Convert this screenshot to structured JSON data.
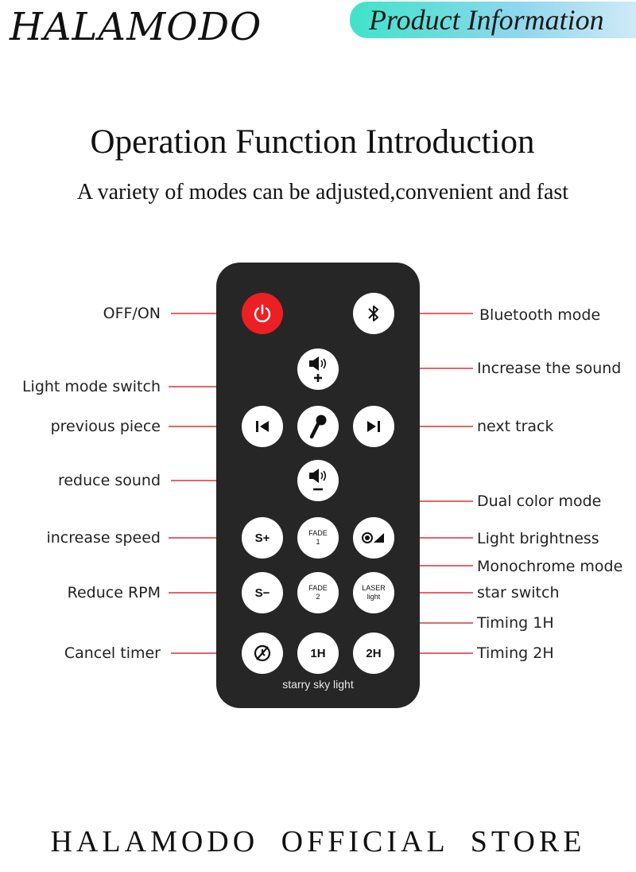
{
  "brand": {
    "logo": "HALAMODO",
    "badge": "Product Information"
  },
  "heading": {
    "title": "Operation Function Introduction",
    "subtitle": "A variety of modes can be adjusted,convenient and fast"
  },
  "remote": {
    "brand_text": "starry sky light",
    "buttons": {
      "s_plus": "S+",
      "s_minus": "S−",
      "fade1": "FADE\n1",
      "fade2": "FADE\n2",
      "laser": "LASER\nlight",
      "t1h": "1H",
      "t2h": "2H"
    },
    "icons": {
      "power": "power-icon",
      "bluetooth": "bluetooth-icon",
      "volume_up": "volume-up-icon",
      "prev": "previous-track-icon",
      "mic": "microphone-icon",
      "next": "next-track-icon",
      "volume_down": "volume-down-icon",
      "brightness": "brightness-icon",
      "cancel_timer": "cancel-timer-icon"
    },
    "colors": {
      "body": "#262626",
      "power": "#ec1f24",
      "button": "#ffffff",
      "leader_line": "#d8343a"
    }
  },
  "labels": {
    "off_on": "OFF/ON",
    "bluetooth": "Bluetooth mode",
    "increase_sound": "Increase the sound",
    "light_mode": "Light mode switch",
    "previous": "previous piece",
    "next": "next track",
    "reduce_sound": "reduce sound",
    "dual_color": "Dual color mode",
    "increase_speed": "increase speed",
    "brightness": "Light brightness",
    "monochrome": "Monochrome mode",
    "reduce_rpm": "Reduce RPM",
    "star_switch": "star switch",
    "timing_1h": "Timing 1H",
    "cancel_timer": "Cancel timer",
    "timing_2h": "Timing 2H"
  },
  "footer": "HALAMODO  OFFICIAL  STORE"
}
